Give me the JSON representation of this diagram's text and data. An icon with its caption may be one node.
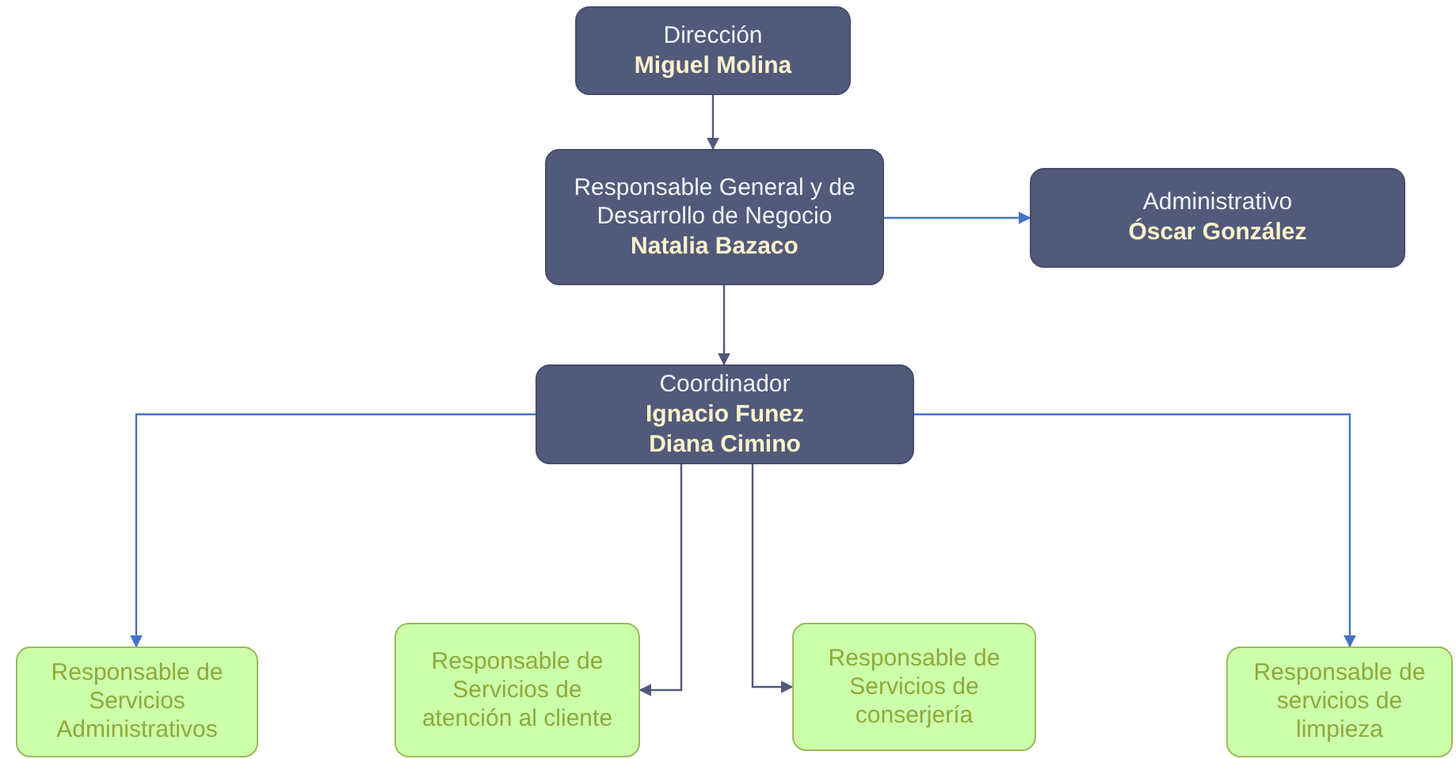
{
  "diagram": {
    "nodes": [
      {
        "text": [
          "Dirección",
          "Miguel Molina"
        ]
      },
      {
        "text": [
          "Responsable General y de Desarrollo de Negocio",
          "Natalia Bazaco"
        ]
      },
      {
        "text": [
          "Coordinador",
          "Ignacio Funez",
          "Diana Cimino"
        ]
      },
      {
        "text": [
          "Administrativo",
          "Óscar González"
        ]
      },
      {
        "text": [
          "Responsable de Servicios Administrativos"
        ]
      },
      {
        "text": [
          "Responsable de Servicios de atención al cliente"
        ]
      },
      {
        "text": [
          "Responsable de Servicios de conserjería"
        ]
      },
      {
        "text": [
          "Responsable de servicios de limpieza"
        ]
      }
    ],
    "edges": [
      {
        "from": 0,
        "to": 1,
        "arrow": "to"
      },
      {
        "from": 1,
        "to": 3,
        "arrow": "to",
        "color": "#4472c4"
      },
      {
        "from": 1,
        "to": 2,
        "arrow": "to"
      },
      {
        "from": 2,
        "to": 4,
        "arrow": "to",
        "color": "#4472c4"
      },
      {
        "from": 2,
        "to": 5,
        "arrow": "to"
      },
      {
        "from": 2,
        "to": 6,
        "arrow": "to"
      },
      {
        "from": 2,
        "to": 7,
        "arrow": "to",
        "color": "#4472c4"
      }
    ]
  }
}
